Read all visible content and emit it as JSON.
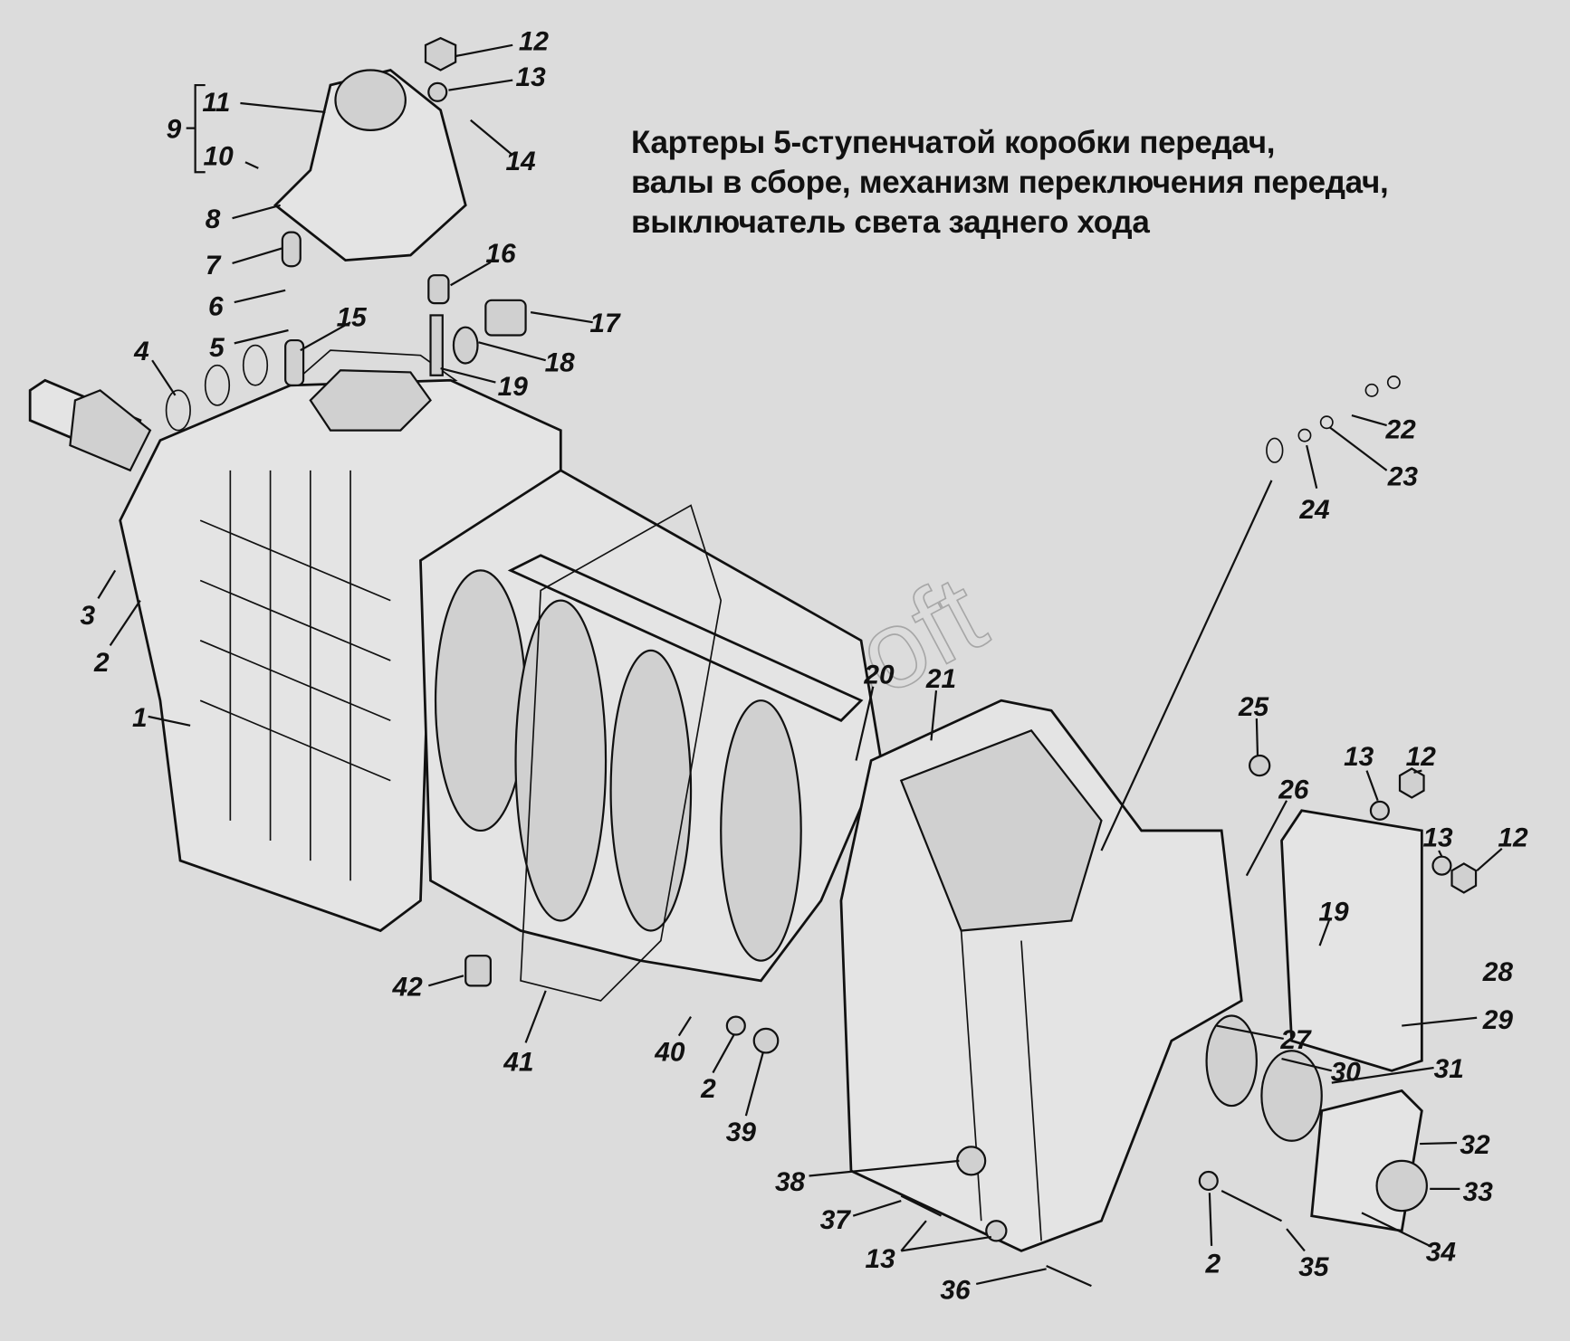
{
  "title": {
    "line1": "Картеры 5-ступенчатой коробки передач,",
    "line2": "валы в сборе, механизм переключения передач,",
    "line3": "выключатель света заднего хода"
  },
  "watermark": "AvtoSoft",
  "labels": {
    "l12a": "12",
    "l13a": "13",
    "l11": "11",
    "l9": "9",
    "l10": "10",
    "l14": "14",
    "l8": "8",
    "l7": "7",
    "l6": "6",
    "l5": "5",
    "l15": "15",
    "l4": "4",
    "l16": "16",
    "l17": "17",
    "l18": "18",
    "l19a": "19",
    "l22": "22",
    "l23": "23",
    "l24": "24",
    "l3": "3",
    "l2a": "2",
    "l1": "1",
    "l20": "20",
    "l21": "21",
    "l25": "25",
    "l26": "26",
    "l13b": "13",
    "l12b": "12",
    "l13c": "13",
    "l12c": "12",
    "l19b": "19",
    "l28": "28",
    "l29": "29",
    "l27": "27",
    "l30": "30",
    "l31": "31",
    "l32": "32",
    "l33": "33",
    "l34": "34",
    "l35": "35",
    "l2b": "2",
    "l36": "36",
    "l13d": "13",
    "l37": "37",
    "l38": "38",
    "l39": "39",
    "l2c": "2",
    "l40": "40",
    "l41": "41",
    "l42": "42"
  }
}
